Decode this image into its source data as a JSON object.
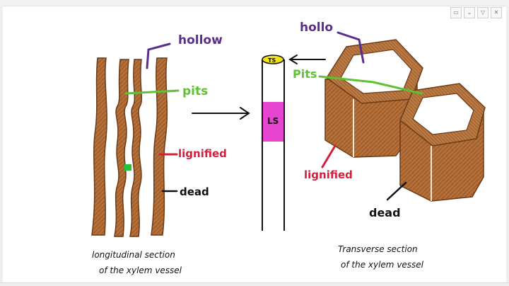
{
  "toolbar": {
    "icons": [
      "window-icon",
      "chevron-down-icon",
      "triangle-down-icon",
      "close-icon"
    ],
    "glyphs": [
      "▭",
      "⌄",
      "▽",
      "✕"
    ]
  },
  "labels": {
    "hollow_left": "hollow",
    "pits_left": "pits",
    "lignified_left": "lignified",
    "dead_left": "dead",
    "ts_tag": "TS",
    "ls_tag": "LS",
    "hollow_right": "hollo",
    "pits_right": "Pits",
    "lignified_right": "lignified",
    "dead_right": "dead"
  },
  "captions": {
    "left_line1": "longitudinal section",
    "left_line2": "of the xylem vessel",
    "right_line1": "Transverse section",
    "right_line2": "of the xylem vessel"
  },
  "colors": {
    "wall_brown": "#b5703a",
    "wall_dark": "#6b3a16",
    "hollow_purple": "#5b2d8e",
    "pits_green": "#5ec234",
    "lignified_red": "#d21f3c",
    "ls_magenta": "#e844d2",
    "ts_yellow": "#f2e21a",
    "ink": "#111111"
  }
}
